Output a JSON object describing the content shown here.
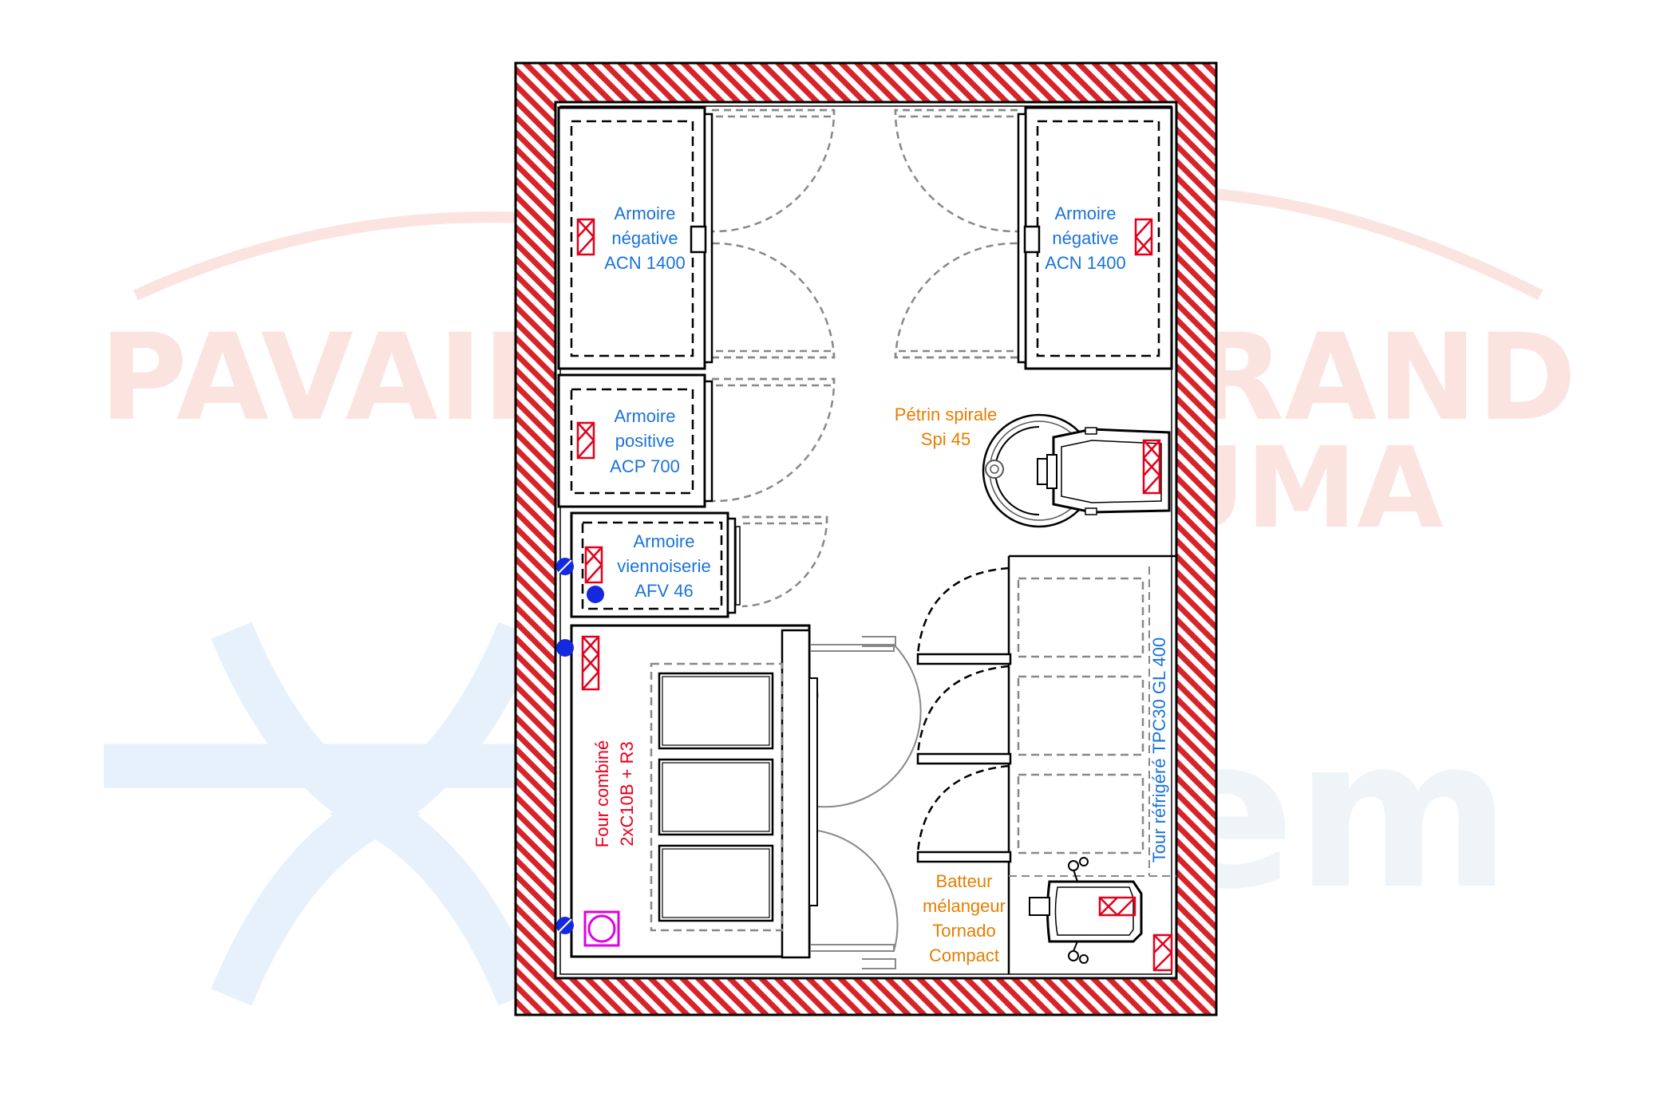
{
  "colors": {
    "wall_hatch": "#d8232a",
    "equipment_label": "#1a73d9",
    "mixer_label": "#e67e00",
    "oven_label": "#e3001b",
    "outline": "#000000",
    "door_swing": "#888888",
    "water_point": "#1428e0",
    "drain": "#e000e0",
    "electric_socket": "#e3001b",
    "watermark_red": "#fbe3e0",
    "watermark_blue": "#e6f1fb"
  },
  "watermark": {
    "line1": "PAVAILLER BERTRAND",
    "line2": "FUMA",
    "line3": "em"
  },
  "equipment": {
    "cab_neg_left": {
      "line1": "Armoire",
      "line2": "négative",
      "line3": "ACN 1400"
    },
    "cab_neg_right": {
      "line1": "Armoire",
      "line2": "négative",
      "line3": "ACN 1400"
    },
    "cab_pos": {
      "line1": "Armoire",
      "line2": "positive",
      "line3": "ACP 700"
    },
    "cab_vienn": {
      "line1": "Armoire",
      "line2": "viennoiserie",
      "line3": "AFV 46"
    },
    "kneader": {
      "line1": "Pétrin spirale",
      "line2": "Spi 45"
    },
    "oven": {
      "line1": "Four combiné",
      "line2": "2xC10B + R3"
    },
    "mixer": {
      "line1": "Batteur",
      "line2": "mélangeur",
      "line3": "Tornado",
      "line4": "Compact"
    },
    "tower": {
      "line1": "Tour réfrigéré TPC30 GL 400"
    }
  }
}
